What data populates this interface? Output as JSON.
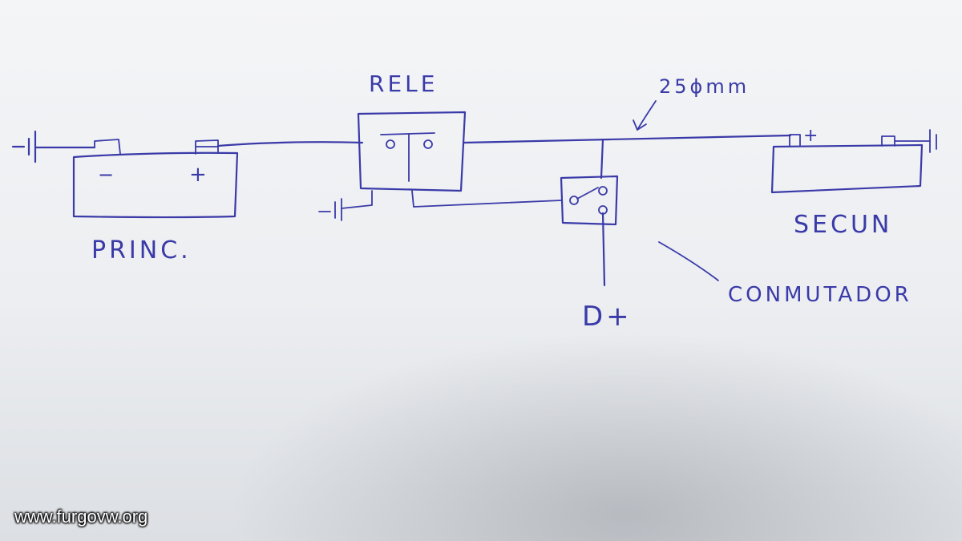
{
  "labels": {
    "relay": "RELE",
    "main_battery": "PRINC.",
    "secondary_battery": "SECUN",
    "switch": "CONMUTADOR",
    "dplus": "D+",
    "cable_size": "25ϕmm",
    "main_neg": "−",
    "main_pos": "+",
    "sec_pos": "+"
  },
  "watermark": "www.furgovw.org",
  "colors": {
    "ink": "#3a3aa8",
    "paper": "#f2f3f5"
  }
}
